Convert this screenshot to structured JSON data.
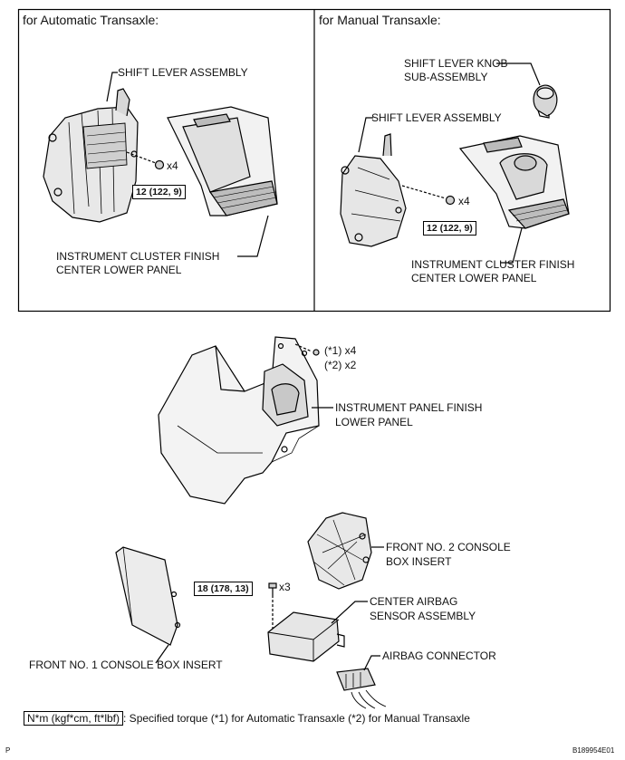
{
  "panels": {
    "automatic": {
      "header": "for Automatic Transaxle:",
      "shift_lever_label": "SHIFT LEVER ASSEMBLY",
      "qty": "x4",
      "torque": "12 (122,  9)",
      "panel_label": [
        "INSTRUMENT CLUSTER FINISH",
        "CENTER LOWER PANEL"
      ]
    },
    "manual": {
      "header": "for Manual Transaxle:",
      "knob_label": [
        "SHIFT LEVER KNOB",
        "SUB-ASSEMBLY"
      ],
      "shift_lever_label": "SHIFT LEVER ASSEMBLY",
      "qty": "x4",
      "torque": "12 (122,  9)",
      "panel_label": [
        "INSTRUMENT CLUSTER FINISH",
        "CENTER LOWER PANEL"
      ]
    }
  },
  "lower": {
    "screw_qty_1": "(*1) x4",
    "screw_qty_2": "(*2) x2",
    "ip_lower_panel": [
      "INSTRUMENT PANEL FINISH",
      "LOWER PANEL"
    ],
    "front_no2": [
      "FRONT NO. 2 CONSOLE",
      "BOX INSERT"
    ],
    "torque_18": "18 (178, 13)",
    "bolt_qty": "x3",
    "airbag_sensor": [
      "CENTER AIRBAG",
      "SENSOR ASSEMBLY"
    ],
    "airbag_connector": "AIRBAG CONNECTOR",
    "front_no1": "FRONT NO. 1 CONSOLE BOX INSERT"
  },
  "legend": {
    "unit_box": "N*m (kgf*cm, ft*lbf)",
    "text": ": Specified torque  (*1) for Automatic Transaxle  (*2) for Manual Transaxle"
  },
  "footer": {
    "left": "P",
    "right": "B189954E01"
  }
}
